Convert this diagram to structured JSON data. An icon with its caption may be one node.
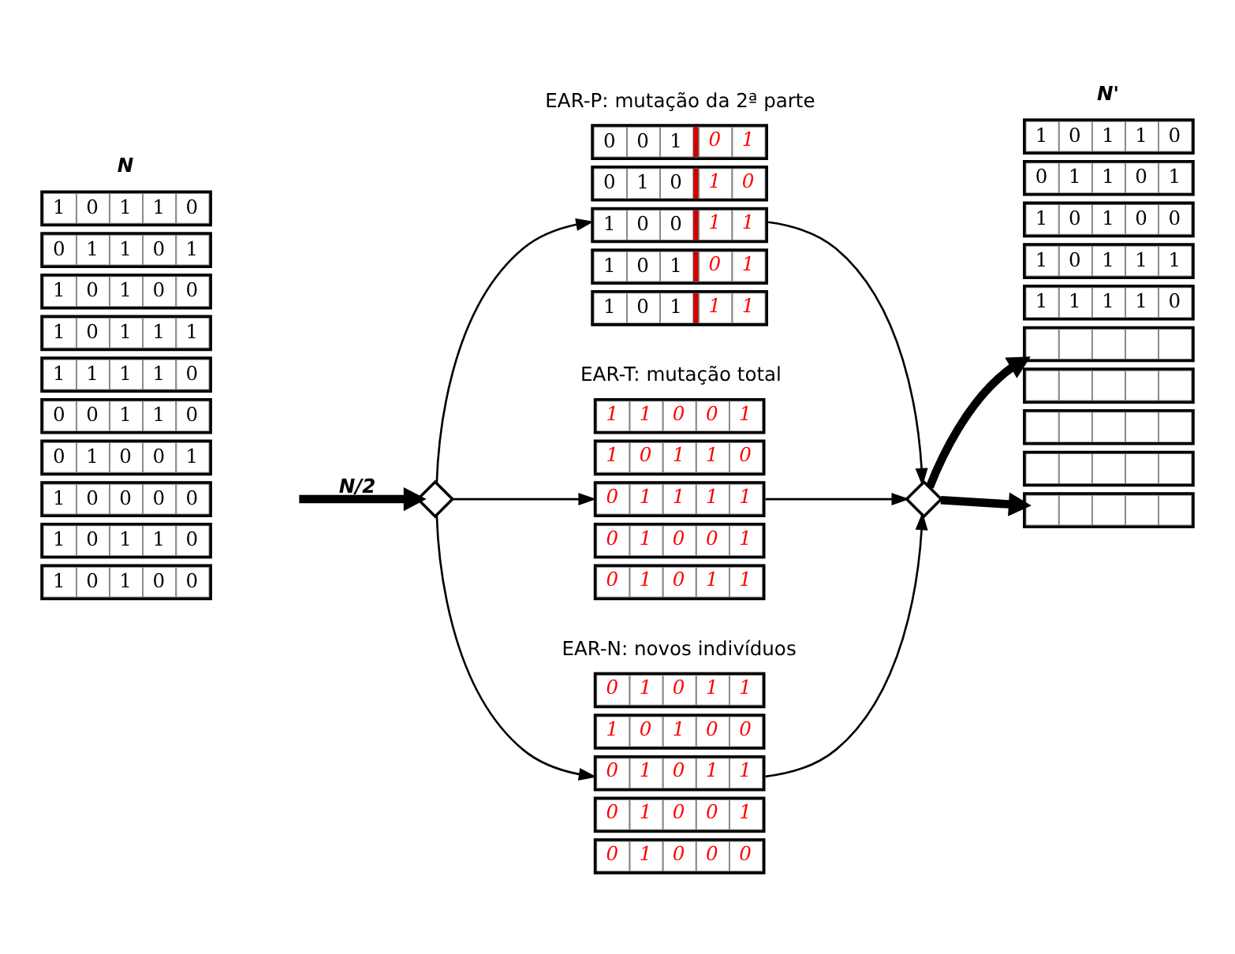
{
  "diagram": {
    "nodes": [
      {
        "text": [
          "1",
          "0",
          "1",
          "1",
          "0"
        ]
      },
      {
        "text": [
          "0",
          "1",
          "1",
          "0",
          "1"
        ]
      },
      {
        "text": [
          "1",
          "0",
          "1",
          "0",
          "0"
        ]
      },
      {
        "text": [
          "1",
          "0",
          "1",
          "1",
          "1"
        ]
      },
      {
        "text": [
          "1",
          "1",
          "1",
          "1",
          "0"
        ]
      },
      {
        "text": [
          "0",
          "0",
          "1",
          "1",
          "0"
        ]
      },
      {
        "text": [
          "0",
          "1",
          "0",
          "0",
          "1"
        ]
      },
      {
        "text": [
          "1",
          "0",
          "0",
          "0",
          "0"
        ]
      },
      {
        "text": [
          "1",
          "0",
          "1",
          "1",
          "0"
        ]
      },
      {
        "text": [
          "1",
          "0",
          "1",
          "0",
          "0"
        ]
      },
      {
        "text": [],
        "shape": "diamond"
      },
      {
        "text": [
          "0",
          "0",
          "1",
          "0",
          "1"
        ]
      },
      {
        "text": [
          "0",
          "1",
          "0",
          "1",
          "0"
        ]
      },
      {
        "text": [
          "1",
          "0",
          "0",
          "1",
          "1"
        ]
      },
      {
        "text": [
          "1",
          "0",
          "1",
          "0",
          "1"
        ]
      },
      {
        "text": [
          "1",
          "0",
          "1",
          "1",
          "1"
        ]
      },
      {
        "text": [
          "1",
          "1",
          "0",
          "0",
          "1"
        ]
      },
      {
        "text": [
          "1",
          "0",
          "1",
          "1",
          "0"
        ]
      },
      {
        "text": [
          "0",
          "1",
          "1",
          "1",
          "1"
        ]
      },
      {
        "text": [
          "0",
          "1",
          "0",
          "0",
          "1"
        ]
      },
      {
        "text": [
          "0",
          "1",
          "0",
          "1",
          "1"
        ]
      },
      {
        "text": [
          "0",
          "1",
          "0",
          "1",
          "1"
        ]
      },
      {
        "text": [
          "1",
          "0",
          "1",
          "0",
          "0"
        ]
      },
      {
        "text": [
          "0",
          "1",
          "0",
          "1",
          "1"
        ]
      },
      {
        "text": [
          "0",
          "1",
          "0",
          "0",
          "1"
        ]
      },
      {
        "text": [
          "0",
          "1",
          "0",
          "0",
          "0"
        ]
      },
      {
        "text": [],
        "shape": "diamond"
      },
      {
        "text": [
          "1",
          "0",
          "1",
          "1",
          "0"
        ]
      },
      {
        "text": [
          "0",
          "1",
          "1",
          "0",
          "1"
        ]
      },
      {
        "text": [
          "1",
          "0",
          "1",
          "0",
          "0"
        ]
      },
      {
        "text": [
          "1",
          "0",
          "1",
          "1",
          "1"
        ]
      },
      {
        "text": [
          "1",
          "1",
          "1",
          "1",
          "0"
        ]
      },
      {
        "text": [],
        "shape": "box"
      },
      {
        "text": [],
        "shape": "box"
      },
      {
        "text": [],
        "shape": "box"
      },
      {
        "text": [],
        "shape": "box"
      },
      {
        "text": [],
        "shape": "box"
      }
    ],
    "edges": [
      {
        "from": null,
        "to": 10,
        "arrow": "to",
        "label": "N/2",
        "style": "thick"
      },
      {
        "from": 10,
        "to": 13,
        "arrow": "to"
      },
      {
        "from": 10,
        "to": 18,
        "arrow": "to"
      },
      {
        "from": 10,
        "to": 23,
        "arrow": "to"
      },
      {
        "from": 13,
        "to": 26,
        "arrow": "to"
      },
      {
        "from": 18,
        "to": 26,
        "arrow": "to"
      },
      {
        "from": 23,
        "to": 26,
        "arrow": "to"
      },
      {
        "from": 26,
        "to": 32,
        "arrow": "to",
        "style": "thick"
      },
      {
        "from": 26,
        "to": 36,
        "arrow": "to",
        "style": "thick"
      }
    ],
    "labels": [
      "N",
      "EAR-P: mutação da 2ª parte",
      "EAR-T: mutação total",
      "EAR-N: novos indivíduos",
      "N'"
    ]
  }
}
